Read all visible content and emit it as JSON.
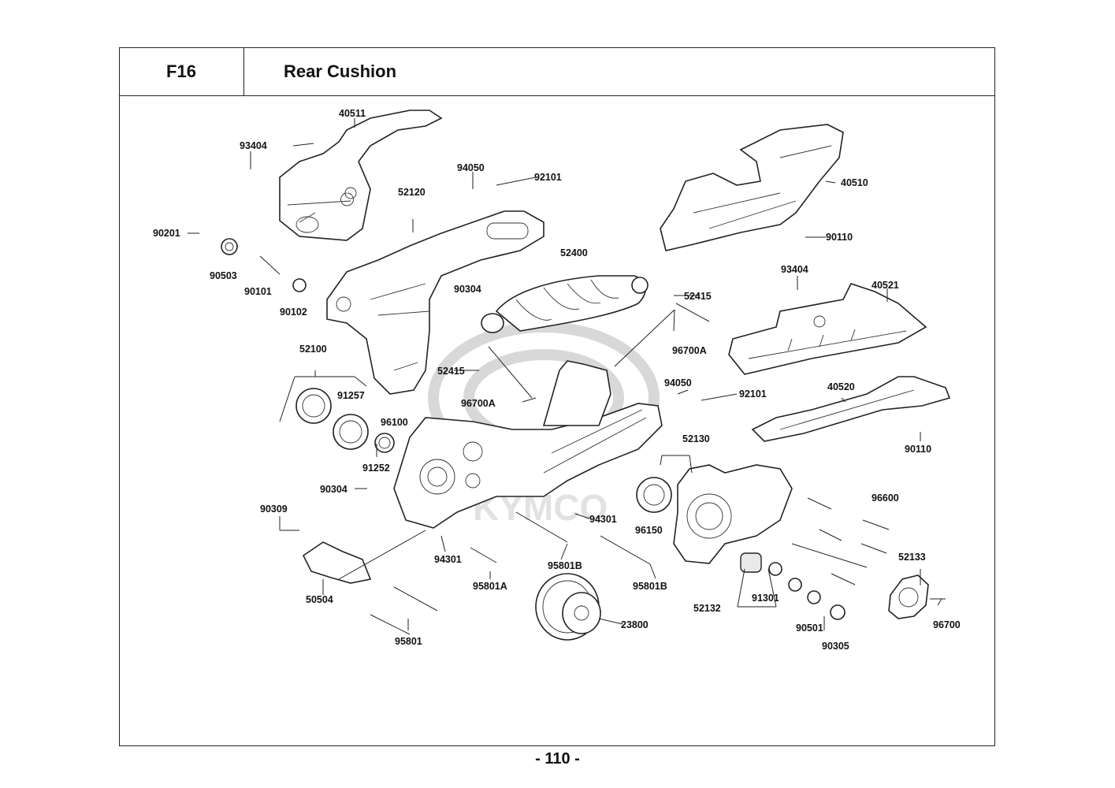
{
  "header": {
    "code": "F16",
    "title": "Rear Cushion"
  },
  "page_number": "- 110 -",
  "watermark": "KYMCO",
  "callouts": {
    "c40511": "40511",
    "c93404a": "93404",
    "c94050a": "94050",
    "c92101a": "92101",
    "c40510": "40510",
    "c90201": "90201",
    "c52120": "52120",
    "c90110a": "90110",
    "c90503": "90503",
    "c52400": "52400",
    "c93404b": "93404",
    "c40521": "40521",
    "c90101": "90101",
    "c90304a": "90304",
    "c52415a": "52415",
    "c90102": "90102",
    "c96700Aa": "96700A",
    "c52100": "52100",
    "c52415b": "52415",
    "c91257": "91257",
    "c94050b": "94050",
    "c92101b": "92101",
    "c96700Ab": "96700A",
    "c40520": "40520",
    "c96100": "96100",
    "c52130": "52130",
    "c90110b": "90110",
    "c91252": "91252",
    "c90304b": "90304",
    "c96600": "96600",
    "c90309": "90309",
    "c94301a": "94301",
    "c96150": "96150",
    "c52133": "52133",
    "c94301b": "94301",
    "c95801Ba": "95801B",
    "c95801Bb": "95801B",
    "c95801A": "95801A",
    "c50504": "50504",
    "c91301": "91301",
    "c52132": "52132",
    "c96700": "96700",
    "c23800": "23800",
    "c90501": "90501",
    "c95801": "95801",
    "c90305": "90305"
  }
}
